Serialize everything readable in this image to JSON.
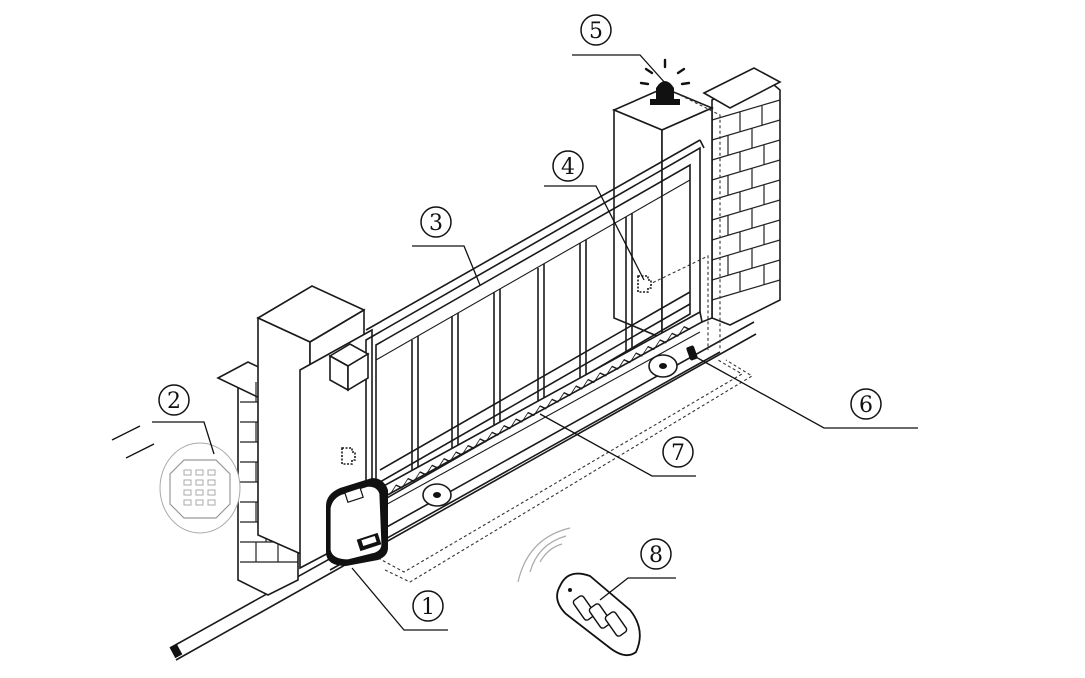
{
  "callouts": [
    {
      "id": "1",
      "label": "①",
      "part": "gate-operator"
    },
    {
      "id": "2",
      "label": "②",
      "part": "keypad"
    },
    {
      "id": "3",
      "label": "③",
      "part": "sliding-gate"
    },
    {
      "id": "4",
      "label": "④",
      "part": "photocell"
    },
    {
      "id": "5",
      "label": "⑤",
      "part": "warning-lamp"
    },
    {
      "id": "6",
      "label": "⑥",
      "part": "cable-conduit"
    },
    {
      "id": "7",
      "label": "⑦",
      "part": "gear-rack"
    },
    {
      "id": "8",
      "label": "⑧",
      "part": "remote-control"
    }
  ],
  "colors": {
    "ink": "#1a1a1a",
    "paper": "#ffffff",
    "keypad": "#aaaaaa"
  }
}
